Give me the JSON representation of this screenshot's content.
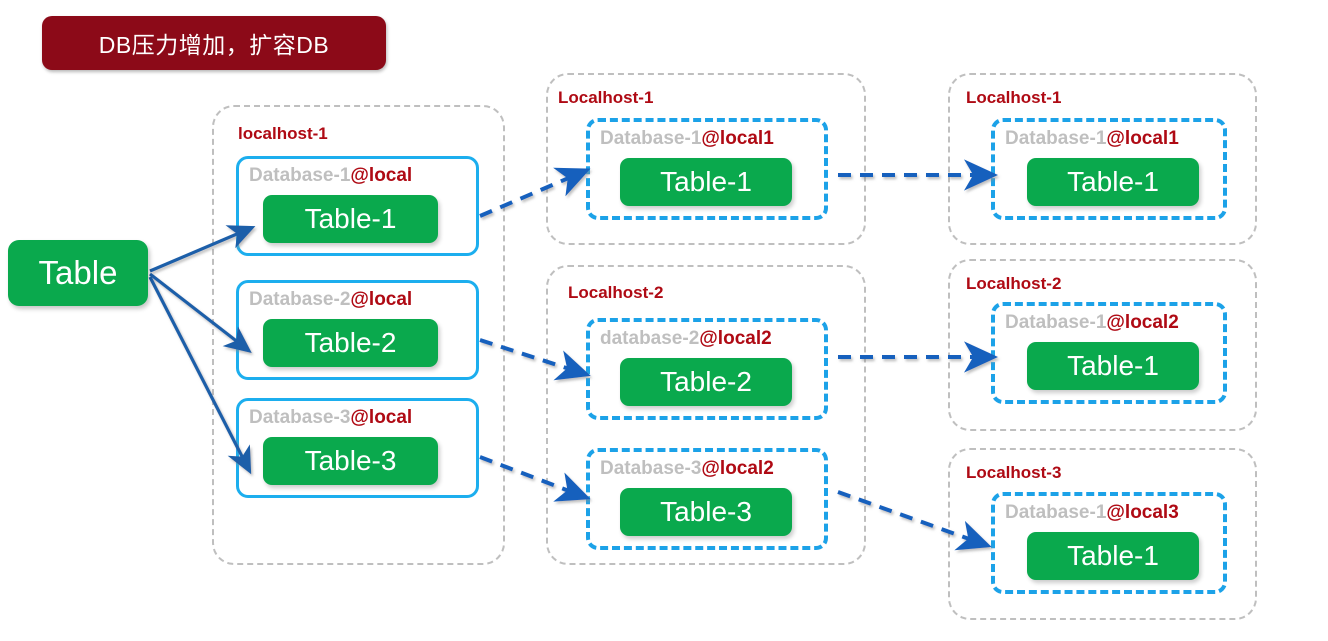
{
  "banner": {
    "text": "DB压力增加，扩容DB"
  },
  "source": {
    "label": "Table"
  },
  "colors": {
    "banner_bg": "#8C0A18",
    "table_green": "#0AA94D",
    "host_label_red": "#AF0A14",
    "db_name_gray": "#BFBFBF",
    "db_border_solid": "#1CAEEE",
    "db_border_dashed": "#1CA2E8",
    "group_border_gray": "#BFBFBF",
    "arrow_solid_blue": "#1F5FA9",
    "arrow_dashed_blue": "#1560BD"
  },
  "stage1": {
    "host_label": "localhost-1",
    "databases": [
      {
        "name": "Database-1",
        "at": "@local",
        "table": "Table-1"
      },
      {
        "name": "Database-2",
        "at": "@local",
        "table": "Table-2"
      },
      {
        "name": "Database-3",
        "at": "@local",
        "table": "Table-3"
      }
    ]
  },
  "stage2": {
    "hosts": [
      {
        "host_label": "Localhost-1",
        "databases": [
          {
            "name": "Database-1",
            "at": "@local1",
            "table": "Table-1"
          }
        ]
      },
      {
        "host_label": "Localhost-2",
        "databases": [
          {
            "name": "database-2",
            "at": "@local2",
            "table": "Table-2"
          },
          {
            "name": "Database-3",
            "at": "@local2",
            "table": "Table-3"
          }
        ]
      }
    ]
  },
  "stage3": {
    "hosts": [
      {
        "host_label": "Localhost-1",
        "databases": [
          {
            "name": "Database-1",
            "at": "@local1",
            "table": "Table-1"
          }
        ]
      },
      {
        "host_label": "Localhost-2",
        "databases": [
          {
            "name": "Database-1",
            "at": "@local2",
            "table": "Table-1"
          }
        ]
      },
      {
        "host_label": "Localhost-3",
        "databases": [
          {
            "name": "Database-1",
            "at": "@local3",
            "table": "Table-1"
          }
        ]
      }
    ]
  }
}
